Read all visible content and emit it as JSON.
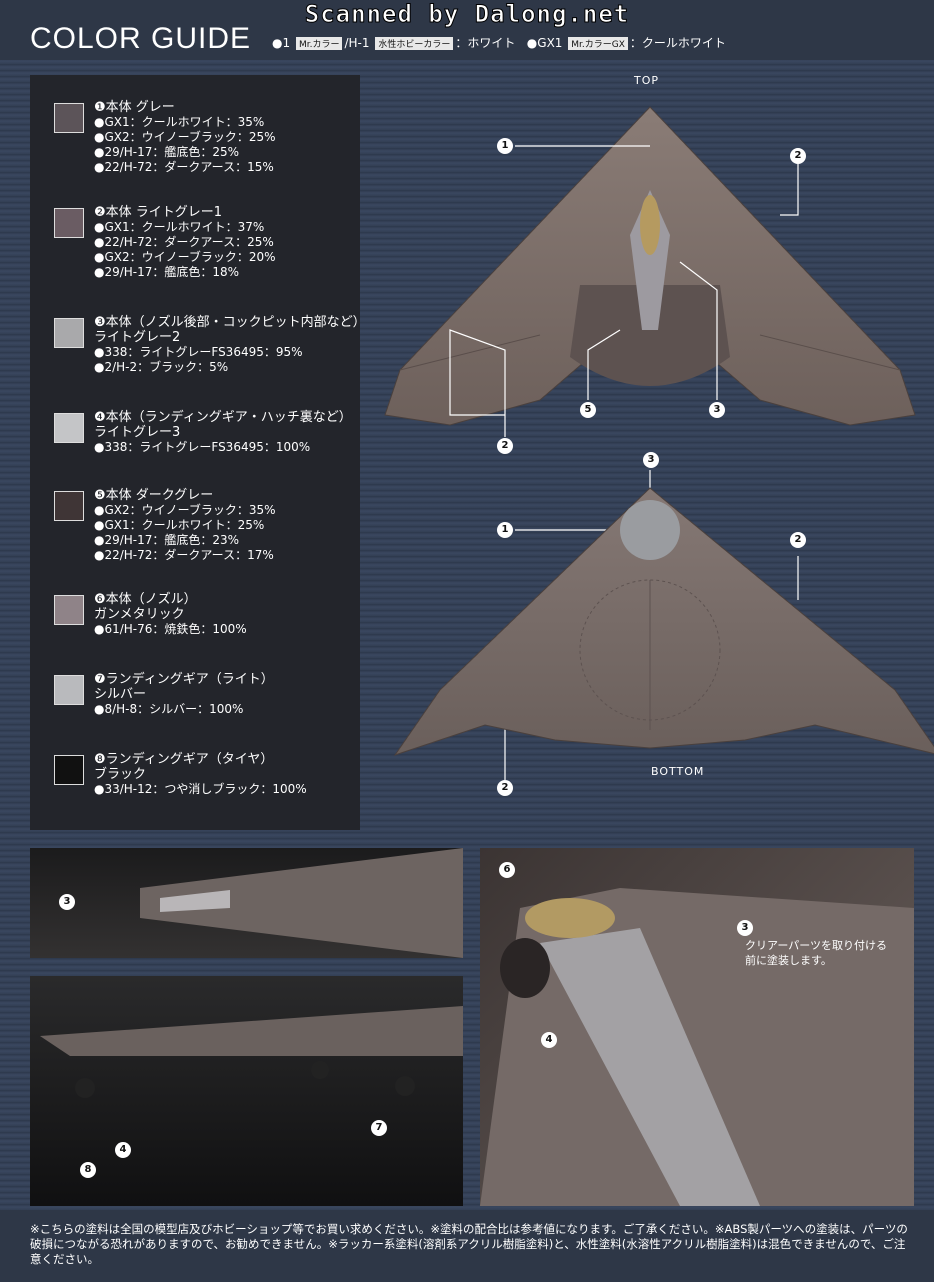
{
  "watermark": "Scanned by Dalong.net",
  "header": {
    "title": "COLOR GUIDE",
    "legend": {
      "bullet1": "●1",
      "tag_mr": "Mr.カラー",
      "sep": "/H-1",
      "tag_water": "水性ホビーカラー",
      "white": "：ホワイト",
      "bullet_gx": "●GX1",
      "tag_gx": "Mr.カラーGX",
      "cool_white": "：クールホワイト"
    }
  },
  "colors": {
    "panel_bg": "#23252b",
    "page_bg": "#2e3747",
    "aircraft": "#7a6c66"
  },
  "entries": [
    {
      "num": "❶",
      "name": "本体 グレー",
      "name2": "",
      "swatch": "#5c5459",
      "lines": [
        "●GX1：クールホワイト：35%",
        "●GX2：ウイノーブラック：25%",
        "●29/H-17：艦底色：25%",
        "●22/H-72：ダークアース：15%"
      ]
    },
    {
      "num": "❷",
      "name": "本体 ライトグレー1",
      "name2": "",
      "swatch": "#6a5c63",
      "lines": [
        "●GX1：クールホワイト：37%",
        "●22/H-72：ダークアース：25%",
        "●GX2：ウイノーブラック：20%",
        "●29/H-17：艦底色：18%"
      ]
    },
    {
      "num": "❸",
      "name": "本体（ノズル後部・コックピット内部など）",
      "name2": "ライトグレー2",
      "swatch": "#a9a9ab",
      "lines": [
        "●338：ライトグレーFS36495：95%",
        "●2/H-2：ブラック：5%"
      ]
    },
    {
      "num": "❹",
      "name": "本体（ランディングギア・ハッチ裏など）",
      "name2": "ライトグレー3",
      "swatch": "#c4c5c7",
      "lines": [
        "●338：ライトグレーFS36495：100%"
      ]
    },
    {
      "num": "❺",
      "name": "本体 ダークグレー",
      "name2": "",
      "swatch": "#3f3536",
      "lines": [
        "●GX2：ウイノーブラック：35%",
        "●GX1：クールホワイト：25%",
        "●29/H-17：艦底色：23%",
        "●22/H-72：ダークアース：17%"
      ]
    },
    {
      "num": "❻",
      "name": "本体（ノズル）",
      "name2": "ガンメタリック",
      "swatch": "#8f8388",
      "lines": [
        "●61/H-76：焼鉄色：100%"
      ]
    },
    {
      "num": "❼",
      "name": "ランディングギア（ライト）",
      "name2": "シルバー",
      "swatch": "#b9babd",
      "lines": [
        "●8/H-8：シルバー：100%"
      ]
    },
    {
      "num": "❽",
      "name": "ランディングギア（タイヤ）",
      "name2": "ブラック",
      "swatch": "#111111",
      "lines": [
        "●33/H-12：つや消しブラック：100%"
      ]
    }
  ],
  "views": {
    "top": "TOP",
    "bottom": "BOTTOM"
  },
  "callouts": {
    "top": [
      "1",
      "2",
      "2",
      "5",
      "3"
    ],
    "bottom": [
      "3",
      "1",
      "2",
      "2"
    ],
    "photo1": [
      "3"
    ],
    "photo2": [
      "4",
      "7",
      "8"
    ],
    "photo3": [
      "6",
      "3",
      "4"
    ]
  },
  "caption": {
    "line1": "クリアーパーツを取り付ける",
    "line2": "前に塗装します。"
  },
  "footnote": "※こちらの塗料は全国の模型店及びホビーショップ等でお買い求めください。※塗料の配合比は参考値になります。ご了承ください。※ABS製パーツへの塗装は、パーツの破損につながる恐れがありますので、お勧めできません。※ラッカー系塗料(溶剤系アクリル樹脂塗料)と、水性塗料(水溶性アクリル樹脂塗料)は混色できませんので、ご注意ください。"
}
